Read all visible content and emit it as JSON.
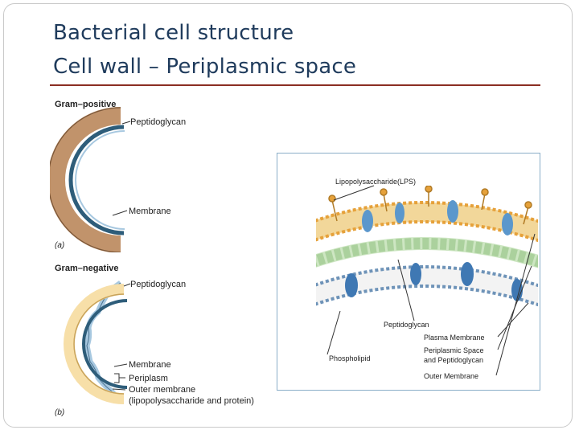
{
  "slide": {
    "title": "Bacterial cell structure",
    "subtitle": "Cell wall – Periplasmic space"
  },
  "gram_positive": {
    "heading": "Gram–positive",
    "label_peptidoglycan": "Peptidoglycan",
    "label_membrane": "Membrane",
    "panel_letter": "(a)"
  },
  "gram_negative": {
    "heading": "Gram–negative",
    "label_peptidoglycan": "Peptidoglycan",
    "label_membrane": "Membrane",
    "label_periplasm": "Periplasm",
    "label_outer_membrane": "Outer membrane",
    "label_outer_detail": "(lipopolysaccharide and protein)",
    "panel_letter": "(b)"
  },
  "envelope": {
    "label_lps": "Lipopolysaccharide(LPS)",
    "label_peptidoglycan": "Peptidoglycan",
    "label_phospholipid": "Phospholipid",
    "label_plasma_membrane": "Plasma Membrane",
    "label_periplasmic_line1": "Periplasmic Space",
    "label_periplasmic_line2": "and Peptidoglycan",
    "label_outer_membrane": "Outer Membrane"
  },
  "colors": {
    "title": "#1f3b5c",
    "rule": "#8b2e22",
    "peptidoglycan_gp": "#c1936b",
    "peptidoglycan_gn": "#f7dfa8",
    "membrane": "#2e5d7a",
    "outer_membrane": "#a7c8e0",
    "lps": "#e6a13a",
    "protein": "#5b97cc",
    "peptidoglycan_layer": "#cde6c2"
  }
}
